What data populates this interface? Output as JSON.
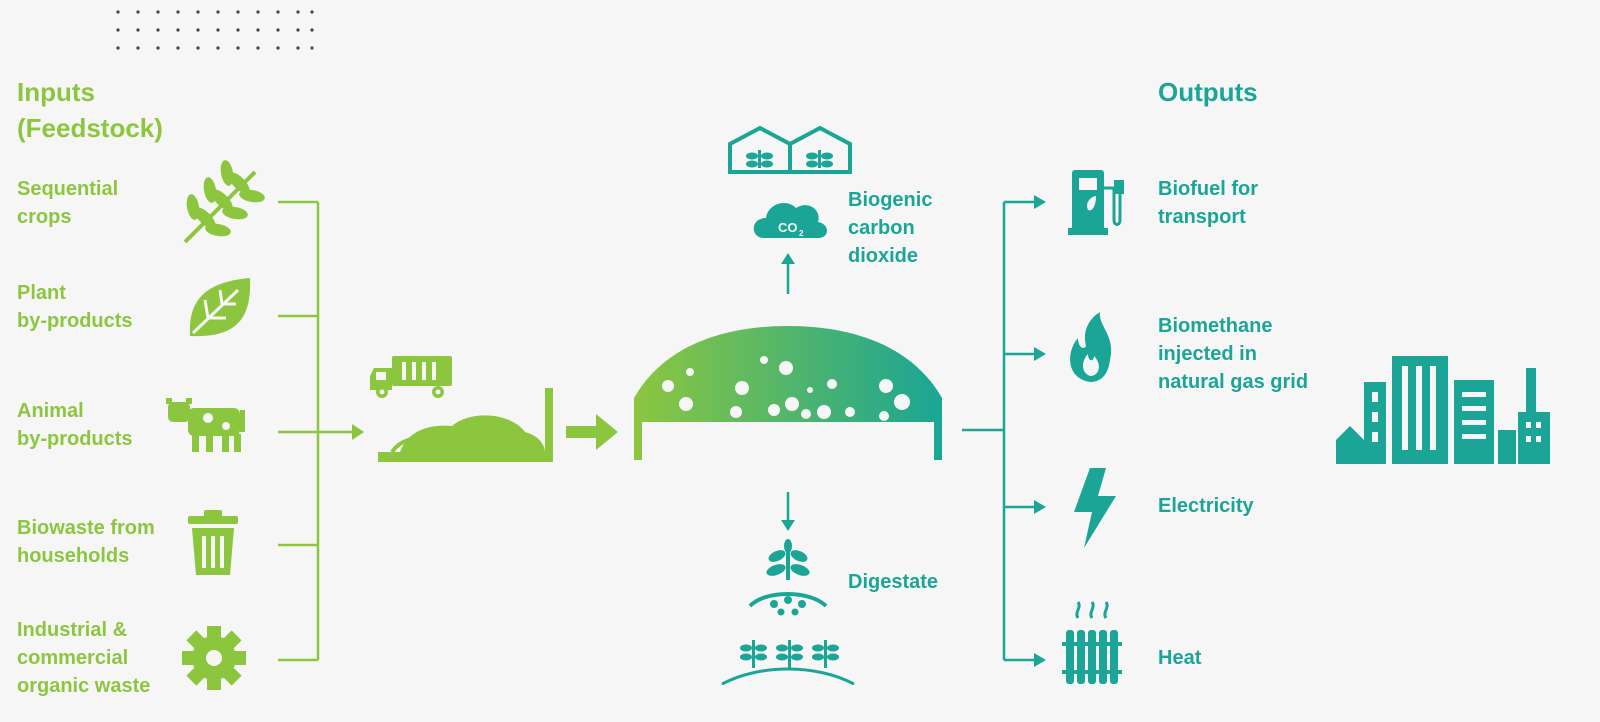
{
  "colors": {
    "green": "#8cc63f",
    "teal": "#1aa596",
    "background": "#f6f6f6"
  },
  "inputs": {
    "title": "Inputs\n(Feedstock)",
    "items": [
      {
        "label": "Sequential\ncrops",
        "icon": "wheat-icon"
      },
      {
        "label": "Plant\nby-products",
        "icon": "leaf-icon"
      },
      {
        "label": "Animal\nby-products",
        "icon": "cow-icon"
      },
      {
        "label": "Biowaste from\nhouseholds",
        "icon": "trash-bin-icon"
      },
      {
        "label": "Industrial &\ncommercial\norganic waste",
        "icon": "gear-icon"
      }
    ]
  },
  "process": {
    "storage_icons": [
      "truck-icon",
      "waste-pile-icon"
    ],
    "digester_icon": "digester-dome-icon",
    "co2_badge": "CO",
    "co2_subscript": "2",
    "co2_label": "Biogenic\ncarbon\ndioxide",
    "digestate_label": "Digestate"
  },
  "outputs": {
    "title": "Outputs",
    "items": [
      {
        "label": "Biofuel for\ntransport",
        "icon": "fuel-pump-icon"
      },
      {
        "label": "Biomethane\ninjected in\nnatural gas grid",
        "icon": "flame-icon"
      },
      {
        "label": "Electricity",
        "icon": "lightning-icon"
      },
      {
        "label": "Heat",
        "icon": "radiator-icon"
      }
    ],
    "city_icon": "city-skyline-icon"
  }
}
